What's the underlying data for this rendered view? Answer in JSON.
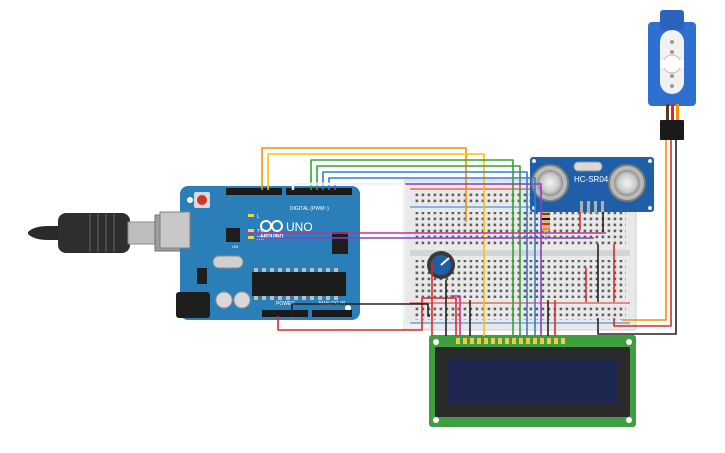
{
  "arduino": {
    "brand": "ARDUINO",
    "model": "UNO",
    "digital_label": "DIGITAL (PWM~)",
    "power_label": "POWER",
    "analog_label": "ANALOG IN",
    "led_l": "L",
    "led_tx": "TX",
    "led_rx": "RX",
    "on_label": "ON"
  },
  "sensor": {
    "label": "HC-SR04"
  },
  "colors": {
    "board": "#2b7fb8",
    "breadboard": "#e9e9e9",
    "lcd_pcb": "#3f9e3f",
    "lcd_screen": "#1d2750",
    "sensor_pcb": "#1f5fa8",
    "servo": "#2f6fd0",
    "wire_red": "#d62b2b",
    "wire_black": "#222222",
    "wire_orange": "#f39200",
    "wire_yellow": "#f7c400",
    "wire_green": "#33a532",
    "wire_blue": "#2f7fd6",
    "wire_purple": "#8a3fc4",
    "wire_pink": "#c2338f"
  }
}
